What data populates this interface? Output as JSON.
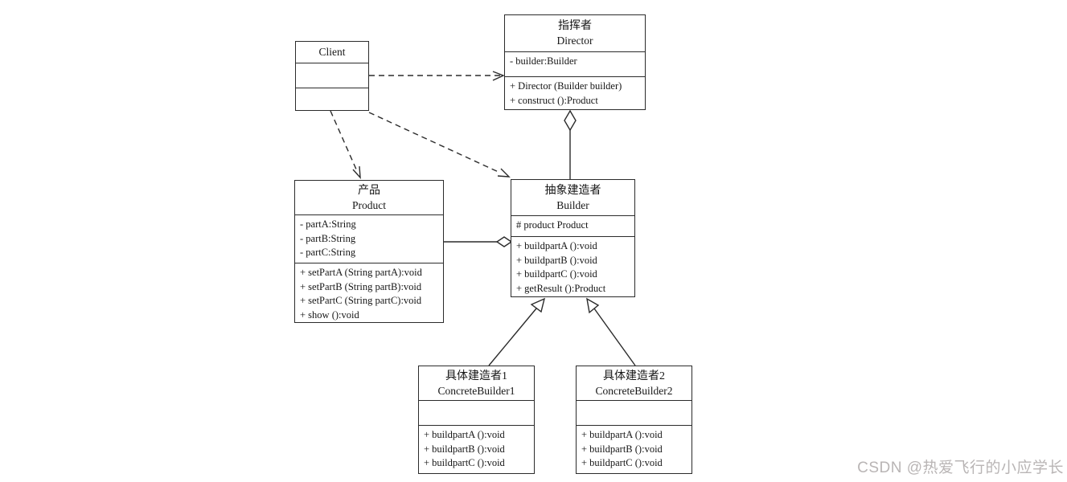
{
  "classes": {
    "client": {
      "title_en": "Client"
    },
    "director": {
      "title_cn": "指挥者",
      "title_en": "Director",
      "attributes": [
        "- builder:Builder"
      ],
      "methods": [
        "+ Director (Builder builder)",
        "+ construct ():Product"
      ]
    },
    "product": {
      "title_cn": "产品",
      "title_en": "Product",
      "attributes": [
        "- partA:String",
        "- partB:String",
        "- partC:String"
      ],
      "methods": [
        "+ setPartA (String partA):void",
        "+ setPartB (String partB):void",
        "+ setPartC (String partC):void",
        "+ show ():void"
      ]
    },
    "builder": {
      "title_cn": "抽象建造者",
      "title_en": "Builder",
      "attributes": [
        "# product Product"
      ],
      "methods": [
        "+ buildpartA ():void",
        "+ buildpartB ():void",
        "+ buildpartC ():void",
        "+ getResult ():Product"
      ]
    },
    "concrete_builder_1": {
      "title_cn": "具体建造者1",
      "title_en": "ConcreteBuilder1",
      "attributes": [],
      "methods": [
        "+ buildpartA ():void",
        "+ buildpartB ():void",
        "+ buildpartC ():void"
      ]
    },
    "concrete_builder_2": {
      "title_cn": "具体建造者2",
      "title_en": "ConcreteBuilder2",
      "attributes": [],
      "methods": [
        "+ buildpartA ():void",
        "+ buildpartB ():void",
        "+ buildpartC ():void"
      ]
    }
  },
  "watermark": "CSDN @热爱飞行的小应学长",
  "colors": {
    "line": "#2b2b2b",
    "text": "#161616",
    "watermark": "#b9b5b5",
    "background": "#ffffff"
  }
}
